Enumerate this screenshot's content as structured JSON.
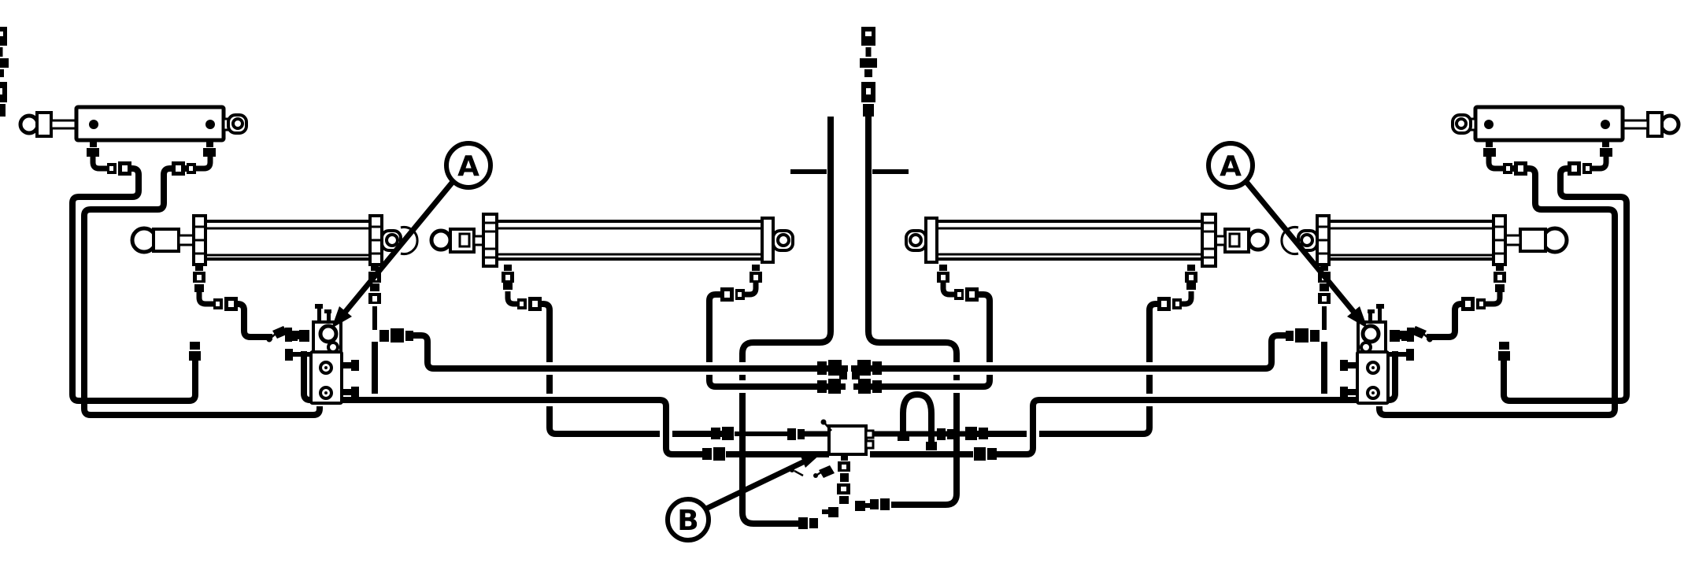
{
  "diagram": {
    "type": "hydraulic-hose-routing-schematic",
    "background_color": "#ffffff",
    "line_color": "#000000",
    "callouts": [
      {
        "id": "callout-a-left",
        "label": "A"
      },
      {
        "id": "callout-a-right",
        "label": "A"
      },
      {
        "id": "callout-b-center",
        "label": "B"
      }
    ],
    "components": {
      "small_cylinders": 2,
      "large_cylinders": 4,
      "valve_blocks": 2,
      "center_manifold": 1
    }
  }
}
